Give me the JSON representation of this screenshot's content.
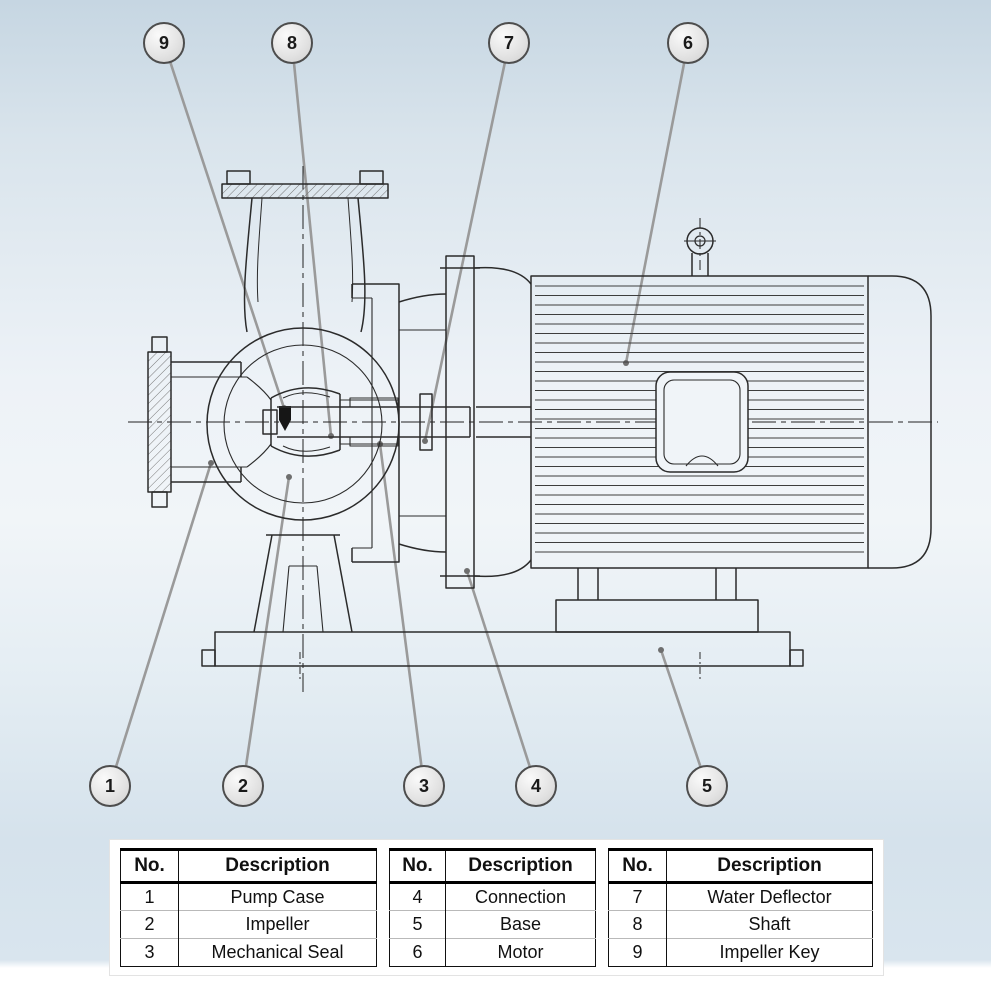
{
  "callouts": [
    "1",
    "2",
    "3",
    "4",
    "5",
    "6",
    "7",
    "8",
    "9"
  ],
  "tables": [
    {
      "headers": [
        "No.",
        "Description"
      ],
      "rows": [
        [
          "1",
          "Pump Case"
        ],
        [
          "2",
          "Impeller"
        ],
        [
          "3",
          "Mechanical Seal"
        ]
      ]
    },
    {
      "headers": [
        "No.",
        "Description"
      ],
      "rows": [
        [
          "4",
          "Connection"
        ],
        [
          "5",
          "Base"
        ],
        [
          "6",
          "Motor"
        ]
      ]
    },
    {
      "headers": [
        "No.",
        "Description"
      ],
      "rows": [
        [
          "7",
          "Water Deflector"
        ],
        [
          "8",
          "Shaft"
        ],
        [
          "9",
          "Impeller Key"
        ]
      ]
    }
  ],
  "colors": {
    "background_top": "#c6d6e2",
    "background_middle": "#f1f5f8",
    "drawing_line": "#2b2b2b",
    "leader_line": "#9a9a9a",
    "callout_fill": "#e2e2e2",
    "callout_border": "#4d4d4d",
    "table_background": "#ffffff",
    "text": "#111111"
  }
}
